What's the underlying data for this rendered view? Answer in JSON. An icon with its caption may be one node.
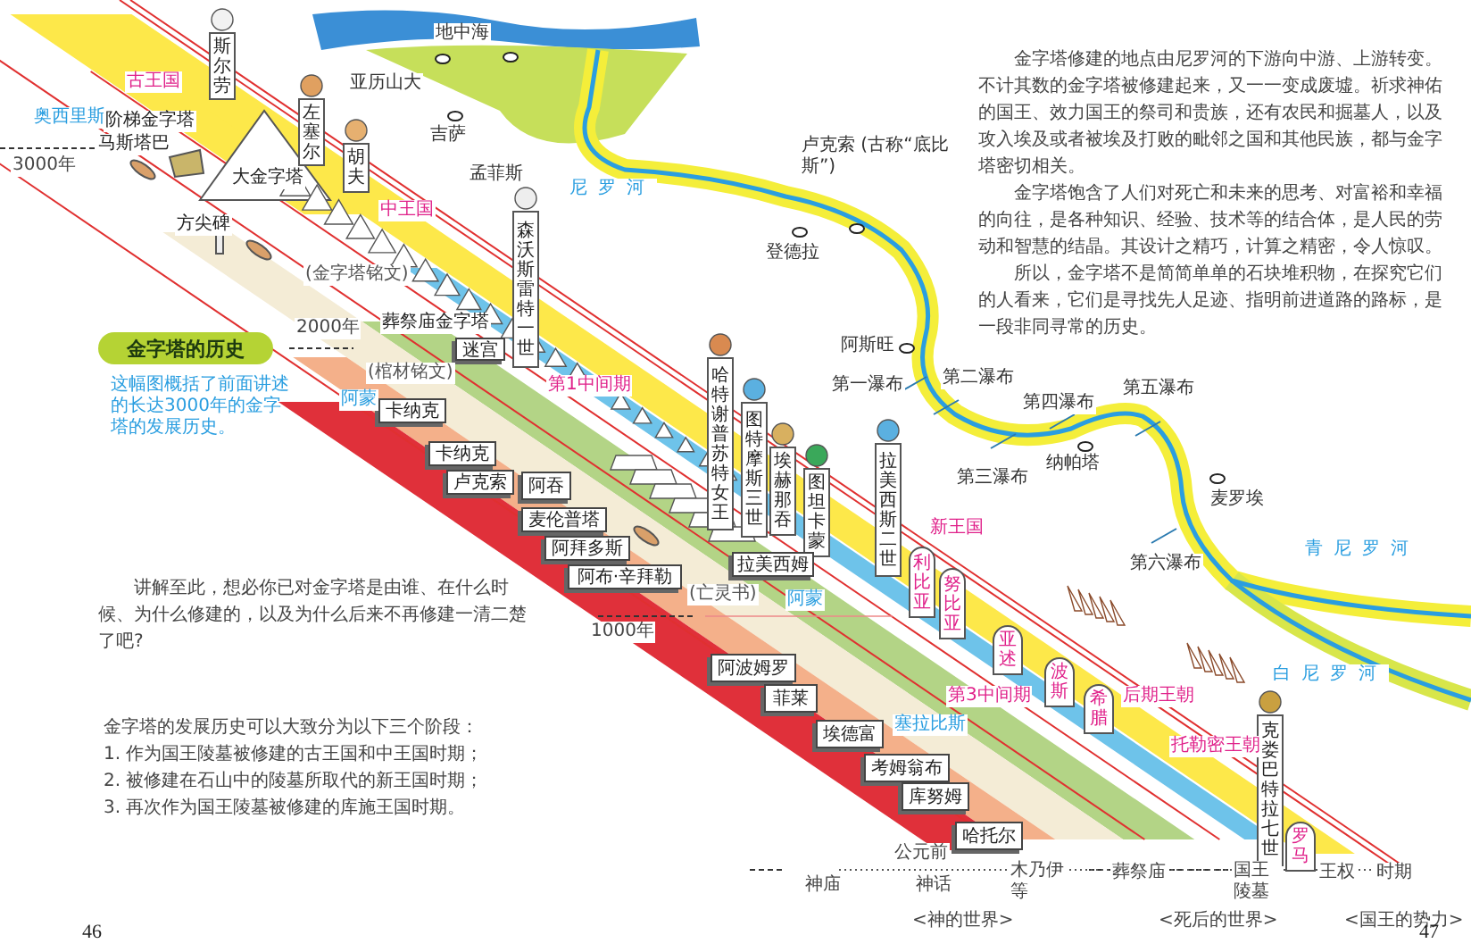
{
  "diagram": {
    "nodes": [
      {
        "text": [
          "金字塔的历史"
        ]
      },
      {
        "text": [
          "斯尔劳"
        ]
      },
      {
        "text": [
          "左塞尔"
        ]
      },
      {
        "text": [
          "胡夫"
        ]
      },
      {
        "text": [
          "森沃斯雷特一世"
        ]
      },
      {
        "text": [
          "哈特谢普苏特女王"
        ]
      },
      {
        "text": [
          "图特摩斯三世"
        ]
      },
      {
        "text": [
          "埃赫那吞"
        ]
      },
      {
        "text": [
          "图坦卡蒙"
        ]
      },
      {
        "text": [
          "拉美西斯二世"
        ]
      },
      {
        "text": [
          "克娄巴特拉七世"
        ]
      },
      {
        "text": [
          "利比亚"
        ]
      },
      {
        "text": [
          "努比亚"
        ]
      },
      {
        "text": [
          "亚述"
        ]
      },
      {
        "text": [
          "波斯"
        ]
      },
      {
        "text": [
          "希腊"
        ]
      },
      {
        "text": [
          "罗马"
        ]
      },
      {
        "text": [
          "迷宫"
        ]
      },
      {
        "text": [
          "卡纳克"
        ]
      },
      {
        "text": [
          "卡纳克"
        ]
      },
      {
        "text": [
          "卢克索"
        ]
      },
      {
        "text": [
          "阿吞"
        ]
      },
      {
        "text": [
          "麦伦普塔"
        ]
      },
      {
        "text": [
          "阿拜多斯"
        ]
      },
      {
        "text": [
          "阿布·辛拜勒"
        ]
      },
      {
        "text": [
          "拉美西姆"
        ]
      },
      {
        "text": [
          "阿波姆罗"
        ]
      },
      {
        "text": [
          "菲莱"
        ]
      },
      {
        "text": [
          "埃德富"
        ]
      },
      {
        "text": [
          "考姆翁布"
        ]
      },
      {
        "text": [
          "库努姆"
        ]
      },
      {
        "text": [
          "哈托尔"
        ]
      }
    ],
    "labels": [
      "地中海",
      "亚历山大",
      "吉萨",
      "孟菲斯",
      "尼罗河",
      "卢克索 (古称“底比斯”)",
      "登德拉",
      "阿斯旺",
      "第一瀑布",
      "第二瀑布",
      "第三瀑布",
      "第四瀑布",
      "纳帕塔",
      "第五瀑布",
      "麦罗埃",
      "第六瀑布",
      "青尼罗河",
      "白尼罗河",
      "金字塔修建的地点由尼罗河的下游向中游、上游转变。不计其数的金字塔被修建起来，又一一变成废墟。祈求神佑的国王、效力国王的祭司和贵族，还有农民和掘墓人，以及攻入埃及或者被埃及打败的毗邻之国和其他民族，都与金字塔密切相关。",
      "金字塔饱含了人们对死亡和未来的思考、对富裕和幸福的向往，是各种知识、经验、技术等的结合体，是人民的劳动和智慧的结晶。其设计之精巧，计算之精密，令人惊叹。",
      "所以，金字塔不是简简单单的石块堆积物，在探究它们的人看来，它们是寻找先人足迹、指明前进道路的路标，是一段非同寻常的历史。",
      "古王国",
      "奥西里斯",
      "3000年",
      "阶梯金字塔",
      "马斯塔巴",
      "大金字塔",
      "中王国",
      "方尖碑",
      "(金字塔铭文)",
      "第1中间期",
      "2000年",
      "葬祭庙金字塔",
      "(棺材铭文)",
      "阿蒙",
      "这幅图概括了前面讲述的长达3000年的金字塔的发展历史。",
      "新王国",
      "(亡灵书)",
      "阿蒙",
      "1000年",
      "讲解至此，想必你已对金字塔是由谁、在什么时候、为什么修建的，以及为什么后来不再修建一清二楚了吧?",
      "第3中间期",
      "后期王朝",
      "金字塔的发展历史可以大致分为以下三个阶段：",
      "1. 作为国王陵墓被修建的古王国和中王国时期；",
      "2. 被修建在石山中的陵墓所取代的新王国时期；",
      "3. 再次作为国王陵墓被修建的库施王国时期。",
      "塞拉比斯",
      "托勒密王朝",
      "公元前",
      "神庙",
      "神话",
      "木乃伊等",
      "葬祭庙",
      "国王陵墓",
      "王权",
      "时期",
      "<神的世界>",
      "<死后的世界>",
      "<国王的势力>",
      "46",
      "47"
    ]
  }
}
